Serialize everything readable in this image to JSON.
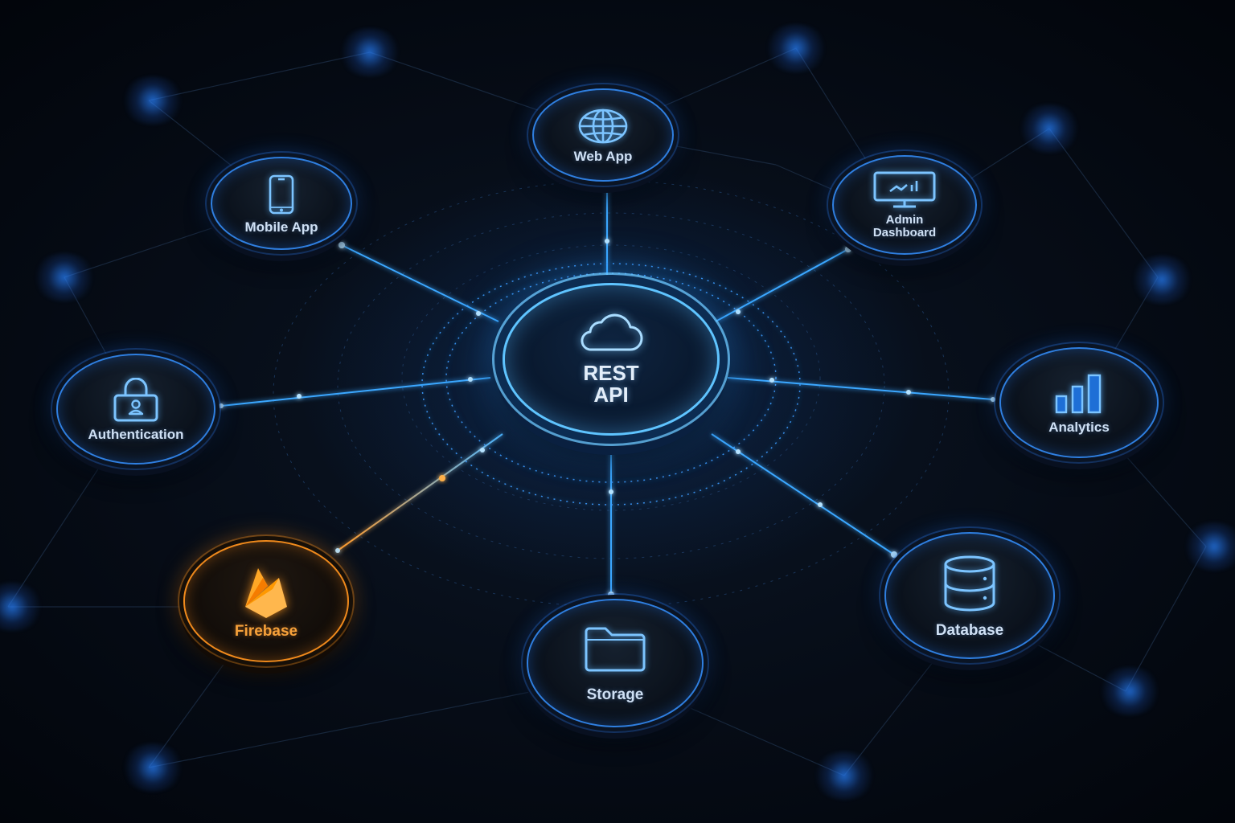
{
  "diagram": {
    "type": "hub-and-spoke network",
    "hub": {
      "icon": "cloud-icon",
      "title_line1": "REST",
      "title_line2": "API",
      "color": "#5fc4ff"
    },
    "nodes": [
      {
        "id": "web-app",
        "label": "Web App",
        "icon": "globe-icon",
        "color": "#2f7fe0"
      },
      {
        "id": "mobile-app",
        "label": "Mobile App",
        "icon": "smartphone-icon",
        "color": "#2f7fe0"
      },
      {
        "id": "admin-dashboard",
        "label_line1": "Admin",
        "label_line2": "Dashboard",
        "icon": "monitor-chart-icon",
        "color": "#2f7fe0"
      },
      {
        "id": "authentication",
        "label": "Authentication",
        "icon": "user-lock-icon",
        "color": "#2f7fe0"
      },
      {
        "id": "analytics",
        "label": "Analytics",
        "icon": "bar-chart-icon",
        "color": "#2f7fe0"
      },
      {
        "id": "firebase",
        "label": "Firebase",
        "icon": "firebase-flame-icon",
        "color": "#f08a1c"
      },
      {
        "id": "storage",
        "label": "Storage",
        "icon": "folder-icon",
        "color": "#2f7fe0"
      },
      {
        "id": "database",
        "label": "Database",
        "icon": "database-cylinder-icon",
        "color": "#2f7fe0"
      }
    ],
    "edges": [
      {
        "from": "hub",
        "to": "web-app"
      },
      {
        "from": "hub",
        "to": "mobile-app"
      },
      {
        "from": "hub",
        "to": "admin-dashboard"
      },
      {
        "from": "hub",
        "to": "authentication"
      },
      {
        "from": "hub",
        "to": "analytics"
      },
      {
        "from": "hub",
        "to": "firebase"
      },
      {
        "from": "hub",
        "to": "storage"
      },
      {
        "from": "hub",
        "to": "database"
      }
    ],
    "colors": {
      "background": "#03070f",
      "accent_blue": "#2f7fe0",
      "glow_blue": "#5fc4ff",
      "accent_orange": "#f08a1c",
      "label_text": "#cfe0f4"
    }
  }
}
